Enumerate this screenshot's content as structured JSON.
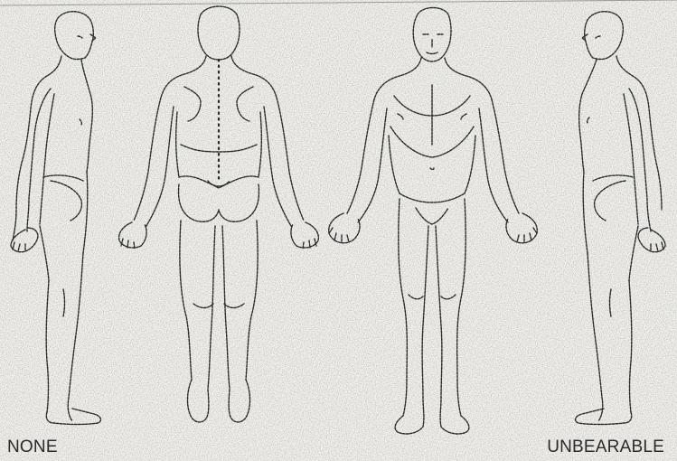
{
  "scale": {
    "min_label": "NONE",
    "max_label": "UNBEARABLE"
  },
  "figures": [
    {
      "view": "right-side",
      "icon": "body-outline-right-side"
    },
    {
      "view": "back",
      "icon": "body-outline-back"
    },
    {
      "view": "front",
      "icon": "body-outline-front"
    },
    {
      "view": "left-side",
      "icon": "body-outline-left-side"
    }
  ],
  "colors": {
    "paper": "#f4f3ef",
    "ink": "#2a2a2a"
  }
}
